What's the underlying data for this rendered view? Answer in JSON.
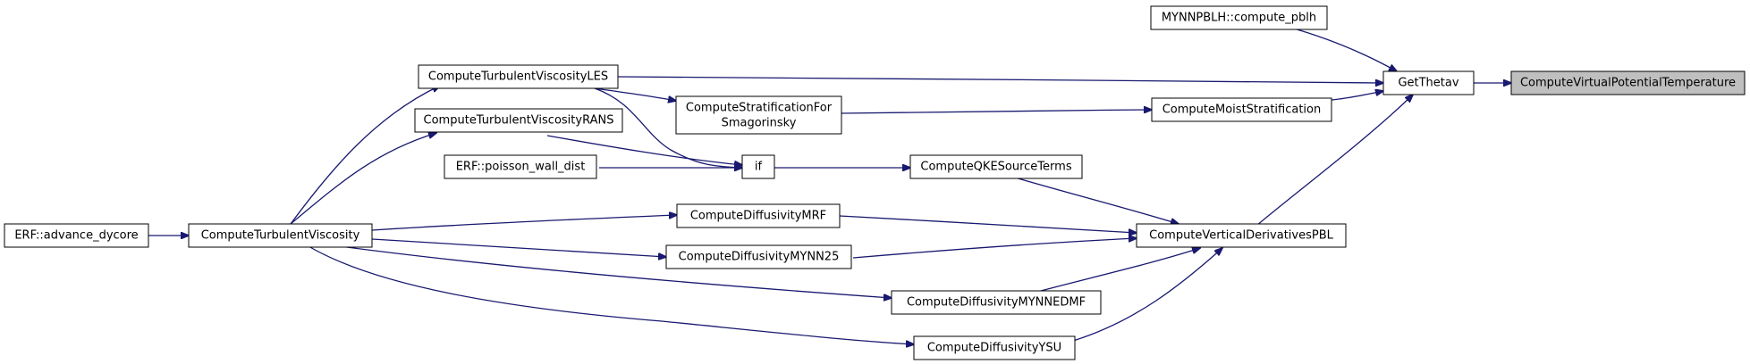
{
  "colors": {
    "edge": "#191970",
    "highlight_fill": "#bfbfbf",
    "node_fill": "#ffffff",
    "node_border": "#000000"
  },
  "nodes": {
    "n_cvpt": {
      "lines": [
        "ComputeVirtualPotentialTemperature"
      ],
      "highlight": true
    },
    "n_getthetav": {
      "lines": [
        "GetThetav"
      ]
    },
    "n_mynnpblh": {
      "lines": [
        "MYNNPBLH::compute_pblh"
      ]
    },
    "n_moiststrat": {
      "lines": [
        "ComputeMoistStratification"
      ]
    },
    "n_vertderiv": {
      "lines": [
        "ComputeVerticalDerivativesPBL"
      ]
    },
    "n_tvles": {
      "lines": [
        "ComputeTurbulentViscosityLES"
      ]
    },
    "n_stratsmag": {
      "lines": [
        "ComputeStratificationFor",
        "Smagorinsky"
      ]
    },
    "n_qkesrc": {
      "lines": [
        "ComputeQKESourceTerms"
      ]
    },
    "n_if": {
      "lines": [
        "if"
      ]
    },
    "n_tvrans": {
      "lines": [
        "ComputeTurbulentViscosityRANS"
      ]
    },
    "n_poisson": {
      "lines": [
        "ERF::poisson_wall_dist"
      ]
    },
    "n_diffmrf": {
      "lines": [
        "ComputeDiffusivityMRF"
      ]
    },
    "n_diffmynn25": {
      "lines": [
        "ComputeDiffusivityMYNN25"
      ]
    },
    "n_diffmynnedmf": {
      "lines": [
        "ComputeDiffusivityMYNNEDMF"
      ]
    },
    "n_diffysu": {
      "lines": [
        "ComputeDiffusivityYSU"
      ]
    },
    "n_tv": {
      "lines": [
        "ComputeTurbulentViscosity"
      ]
    },
    "n_advance": {
      "lines": [
        "ERF::advance_dycore"
      ]
    }
  }
}
